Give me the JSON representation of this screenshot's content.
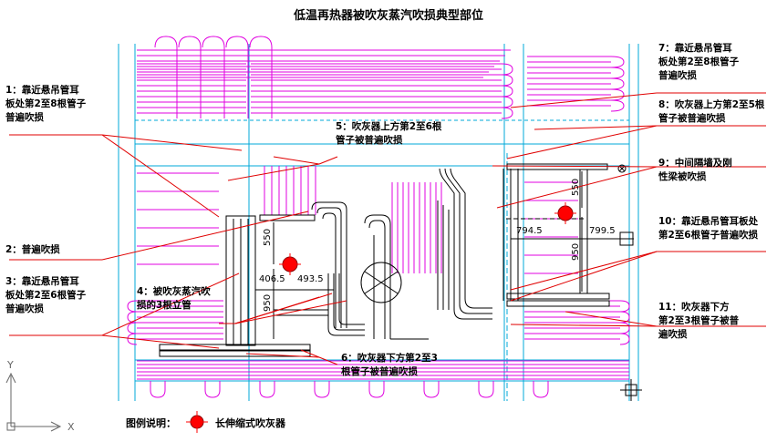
{
  "title": "低温再热器被吹灰蒸汽吹损典型部位",
  "notes": [
    {
      "id": "n1",
      "lines": [
        "1：靠近悬吊管耳",
        "板处第2至8根管子",
        "普遍吹损"
      ]
    },
    {
      "id": "n2",
      "lines": [
        "2：普遍吹损"
      ]
    },
    {
      "id": "n3",
      "lines": [
        "3：靠近悬吊管耳",
        "板处第2至6根管子",
        "普遍吹损"
      ]
    },
    {
      "id": "n4",
      "lines": [
        "4：被吹灰蒸汽吹",
        "损的3根立管"
      ]
    },
    {
      "id": "n5",
      "lines": [
        "5：吹灰器上方第2至6根",
        "管子被普遍吹损"
      ]
    },
    {
      "id": "n6",
      "lines": [
        "6：吹灰器下方第2至3",
        "根管子被普遍吹损"
      ]
    },
    {
      "id": "n7",
      "lines": [
        "7：靠近悬吊管耳",
        "板处第2至8根管子",
        "普遍吹损"
      ]
    },
    {
      "id": "n8",
      "lines": [
        "8：吹灰器上方第2至5根",
        "管子被普遍吹损"
      ]
    },
    {
      "id": "n9",
      "lines": [
        "9：中间隔墙及刚",
        "性梁被吹损"
      ]
    },
    {
      "id": "n10",
      "lines": [
        "10：靠近悬吊管耳板处",
        "第2至6根管子普遍吹损"
      ]
    },
    {
      "id": "n11",
      "lines": [
        "11：吹灰器下方",
        "第2至3根管子被普",
        "遍吹损"
      ]
    }
  ],
  "dims": {
    "l_550": "550",
    "l_950": "950",
    "l_406": "406.5",
    "l_493": "493.5",
    "r_550": "550",
    "r_950": "950",
    "r_794": "794.5",
    "r_799": "799.5"
  },
  "axis": {
    "y": "Y",
    "x": "X"
  },
  "legend": {
    "prefix": "图例说明：",
    "label": "长伸缩式吹灰器"
  },
  "colors": {
    "tube": "#e000e0",
    "grid": "#00a8d8",
    "ink": "#000000",
    "blower": "#ff0000",
    "leader": "#e00000"
  }
}
